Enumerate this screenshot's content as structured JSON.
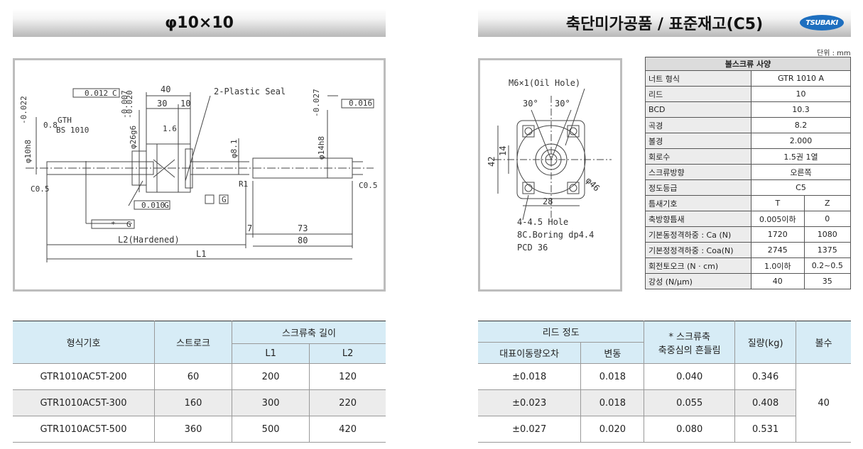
{
  "left_title": "φ10×10",
  "right_title": "축단미가공품 / 표준재고(C5)",
  "logo_text": "TSUBAKI",
  "unit_label": "단위 : mm",
  "drawing_left": {
    "runout1": "0.012",
    "ref_c": "C",
    "dim40": "40",
    "dim30": "30",
    "dim10": "10",
    "plastic_seal": "2-Plastic Seal",
    "phi26": "φ26g6",
    "tol26_top": "-0.007",
    "tol26_bot": "-0.020",
    "phi10": "φ10h8",
    "tol10": "-0.022",
    "phi14": "φ14h8",
    "tol14": "-0.027",
    "runout2": "0.016",
    "gth": "GTH",
    "bs1010": "BS 1010",
    "rough08": "0.8",
    "rough16": "1.6",
    "phi81": "φ8.1",
    "perp": "0.010",
    "ref_g": "G",
    "c05": "C0.5",
    "r1": "R1",
    "star": "*",
    "dim7": "7",
    "dim73": "73",
    "dim80": "80",
    "l2_hardened": "L2(Hardened)",
    "l1": "L1"
  },
  "drawing_right": {
    "oil_hole": "M6×1(Oil Hole)",
    "ang1": "30°",
    "ang2": "30°",
    "dim42": "42",
    "dim14": "14",
    "dim28": "28",
    "phi46": "φ46",
    "hole": "4-4.5 Hole",
    "boring": "8C.Boring dp4.4",
    "pcd": "PCD 36"
  },
  "spec": {
    "header": "볼스크류 사양",
    "rows": [
      {
        "k": "너트 형식",
        "v": "GTR 1010 A"
      },
      {
        "k": "리드",
        "v": "10"
      },
      {
        "k": "BCD",
        "v": "10.3"
      },
      {
        "k": "곡경",
        "v": "8.2"
      },
      {
        "k": "볼경",
        "v": "2.000"
      },
      {
        "k": "회로수",
        "v": "1.5권 1열"
      },
      {
        "k": "스크류방향",
        "v": "오른쪽"
      },
      {
        "k": "정도등급",
        "v": "C5"
      }
    ],
    "split_rows": [
      {
        "k": "틈새기호",
        "a": "T",
        "b": "Z"
      },
      {
        "k": "축방향틈새",
        "a": "0.005이하",
        "b": "0"
      },
      {
        "k": "기본동정격하중 : Ca (N)",
        "a": "1720",
        "b": "1080"
      },
      {
        "k": "기본정정격하중 : Coa(N)",
        "a": "2745",
        "b": "1375"
      },
      {
        "k": "회전토오크 (N · cm)",
        "a": "1.0이하",
        "b": "0.2~0.5"
      },
      {
        "k": "강성 (N/μm)",
        "a": "40",
        "b": "35"
      }
    ]
  },
  "table1": {
    "h_model": "형식기호",
    "h_stroke": "스트로크",
    "h_length": "스크류축 길이",
    "h_l1": "L1",
    "h_l2": "L2",
    "rows": [
      {
        "model": "GTR1010AC5T-200",
        "stroke": "60",
        "l1": "200",
        "l2": "120"
      },
      {
        "model": "GTR1010AC5T-300",
        "stroke": "160",
        "l1": "300",
        "l2": "220"
      },
      {
        "model": "GTR1010AC5T-500",
        "stroke": "360",
        "l1": "500",
        "l2": "420"
      }
    ]
  },
  "table2": {
    "h_lead": "리드 정도",
    "h_rep": "대표이동량오차",
    "h_var": "변동",
    "h_runout1": "* 스크류축",
    "h_runout2": "축중심의 흔들림",
    "h_mass": "질량(kg)",
    "h_balls": "볼수",
    "balls": "40",
    "rows": [
      {
        "rep": "±0.018",
        "var": "0.018",
        "run": "0.040",
        "mass": "0.346"
      },
      {
        "rep": "±0.023",
        "var": "0.018",
        "run": "0.055",
        "mass": "0.408"
      },
      {
        "rep": "±0.027",
        "var": "0.020",
        "run": "0.080",
        "mass": "0.531"
      }
    ]
  }
}
